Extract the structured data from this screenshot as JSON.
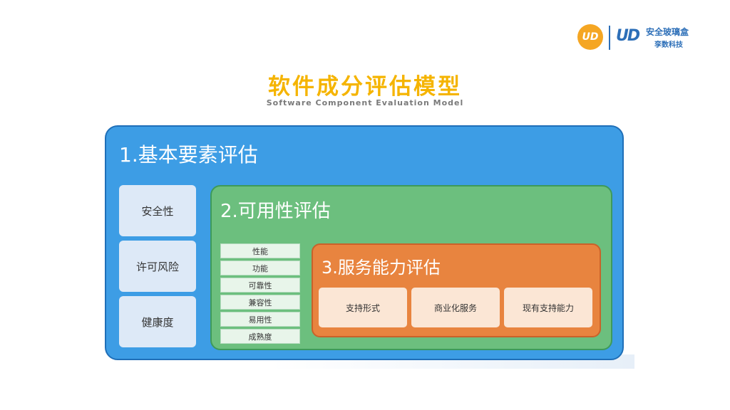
{
  "logo": {
    "circle_text": "UD",
    "mark_text": "UD",
    "text_line1": "安全玻璃盒",
    "text_line2": "孪数科技"
  },
  "header": {
    "title": "软件成分评估模型",
    "subtitle": "Software Component Evaluation Model"
  },
  "level1": {
    "title": "1.基本要素评估",
    "items": [
      "安全性",
      "许可风险",
      "健康度"
    ]
  },
  "level2": {
    "title": "2.可用性评估",
    "items": [
      "性能",
      "功能",
      "可靠性",
      "兼容性",
      "易用性",
      "成熟度"
    ]
  },
  "level3": {
    "title": "3.服务能力评估",
    "items": [
      "支持形式",
      "商业化服务",
      "现有支持能力"
    ]
  },
  "colors": {
    "title": "#f5b400",
    "level1": "#3d9de5",
    "level2": "#6cbf7e",
    "level3": "#e8843f",
    "logo_orange": "#f5a623",
    "logo_blue": "#2d6fb8"
  }
}
